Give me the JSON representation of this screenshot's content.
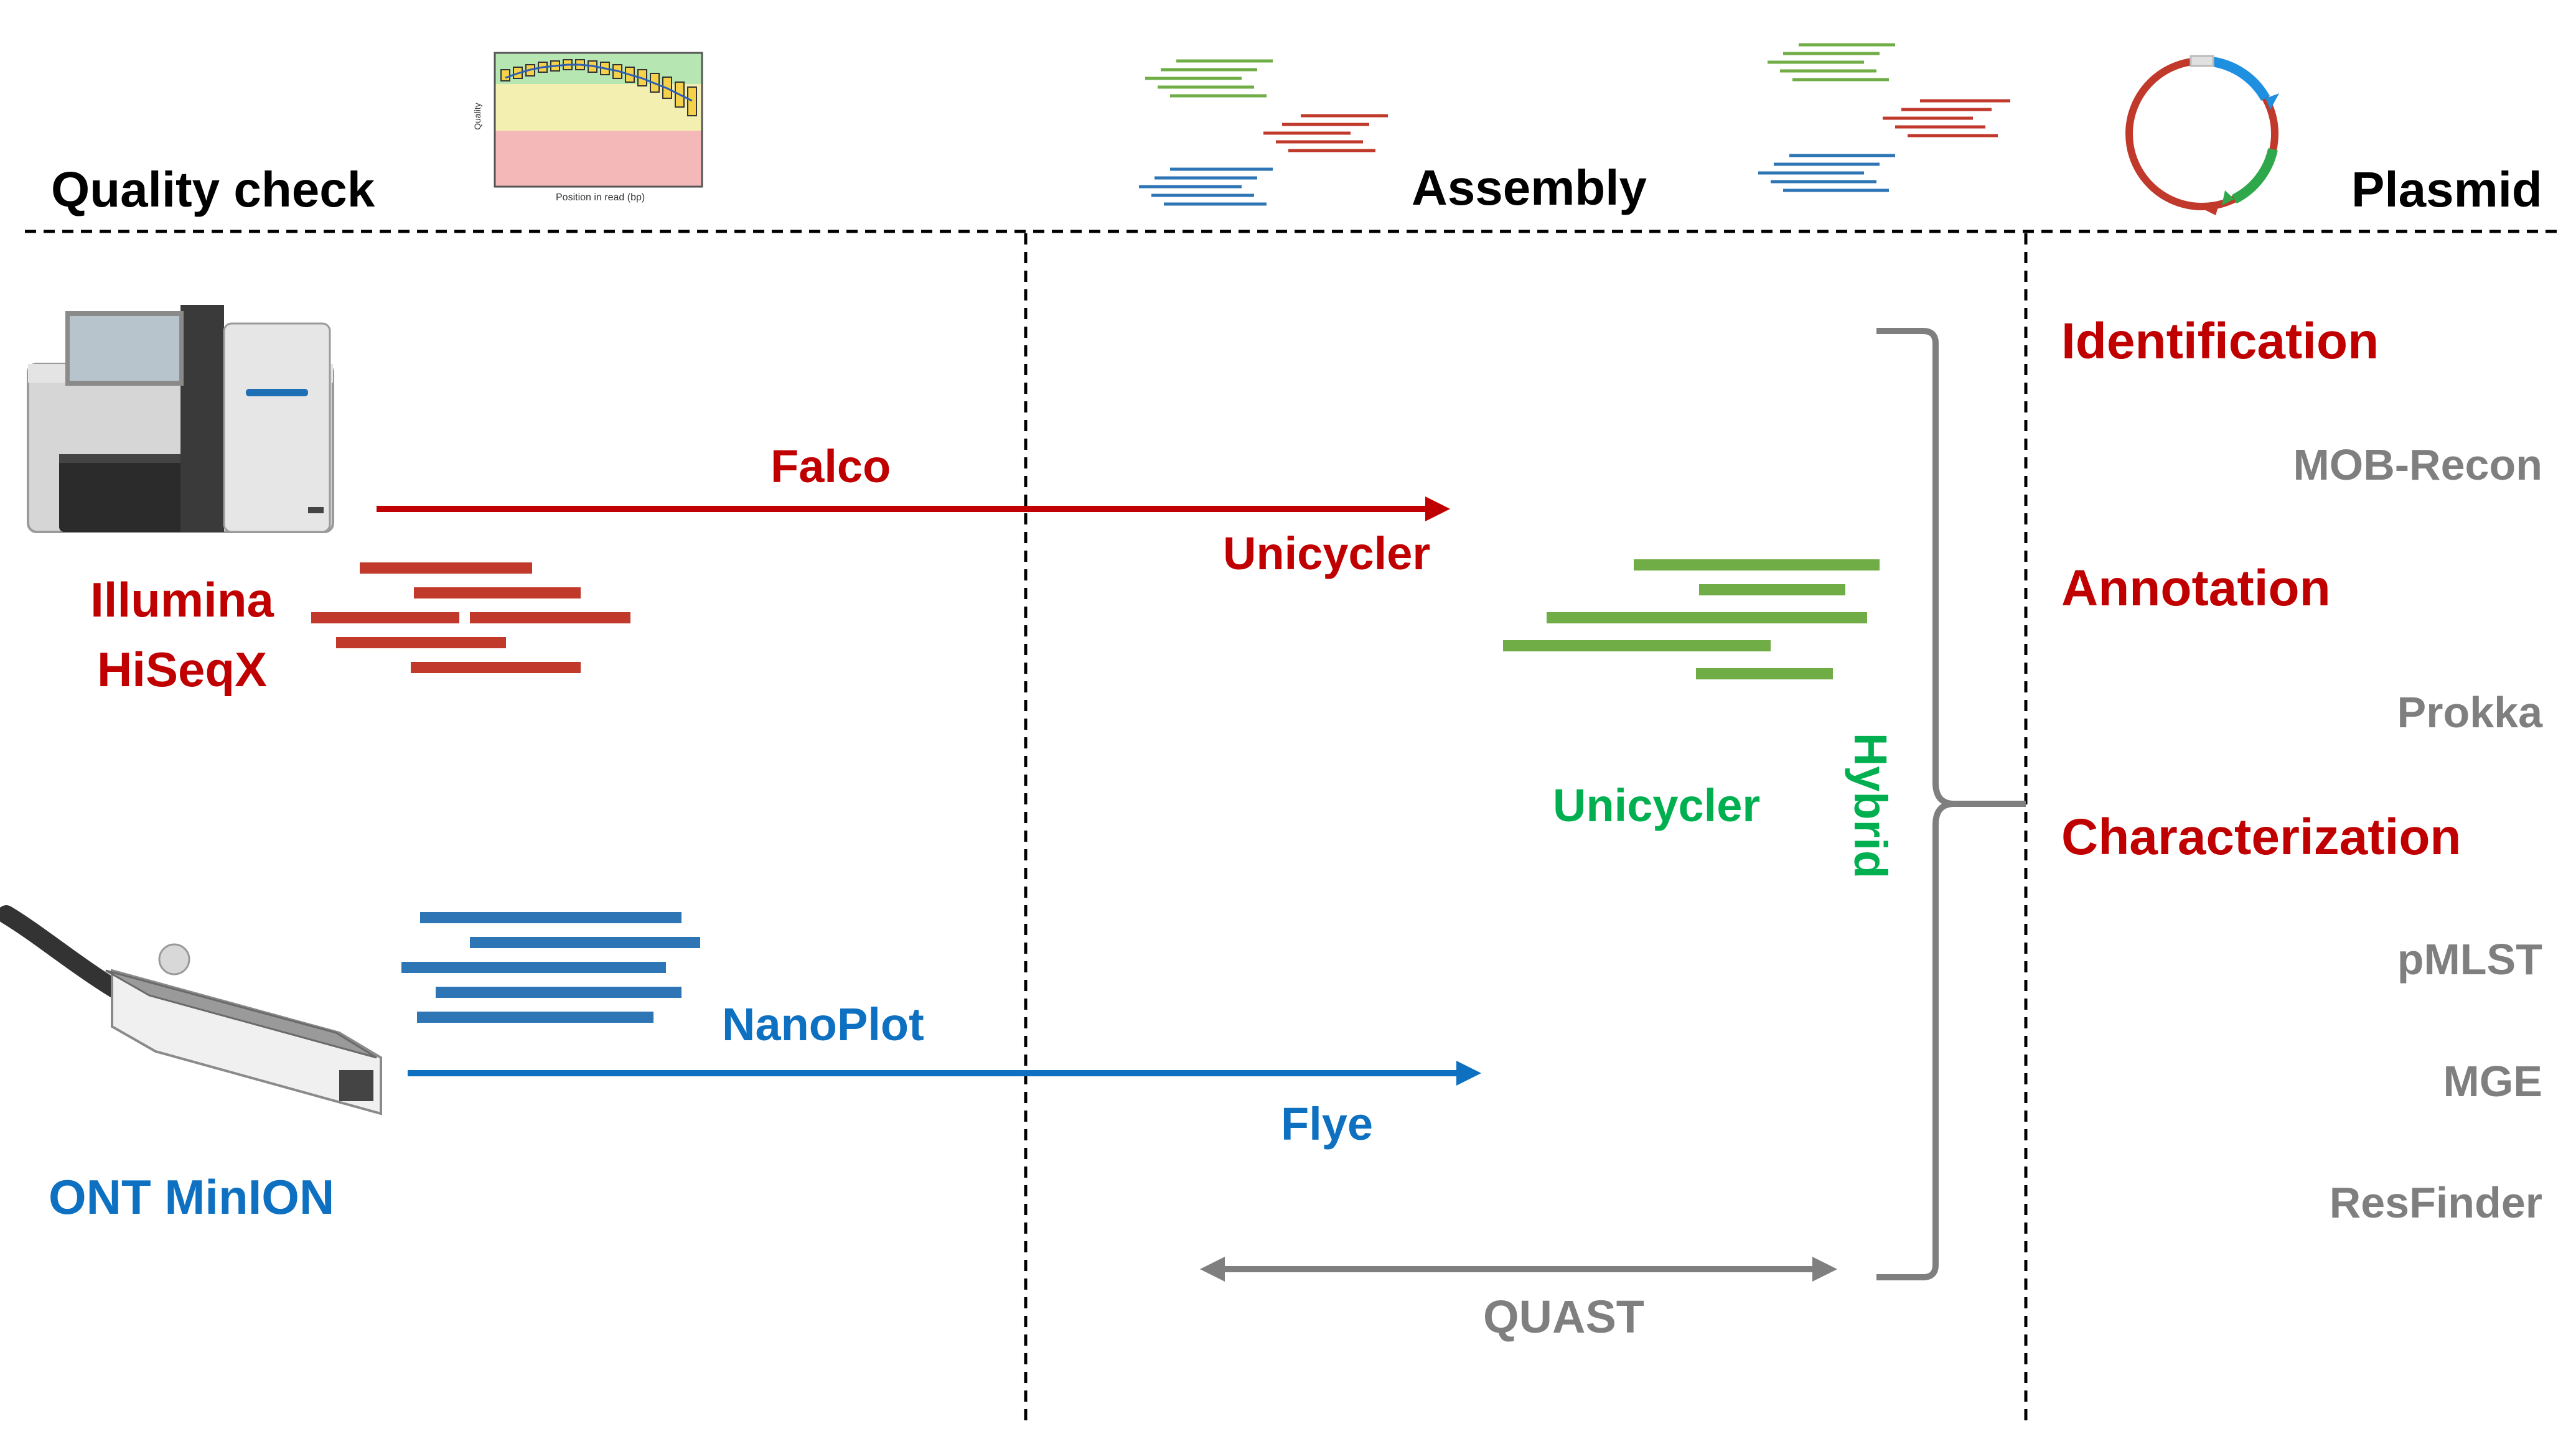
{
  "header": {
    "quality_check": "Quality check",
    "assembly": "Assembly",
    "plasmid": "Plasmid"
  },
  "qc_chart": {
    "xlabel": "Position in read (bp)",
    "ylabel": "Quality"
  },
  "sequencers": {
    "illumina_line1": "Illumina",
    "illumina_line2": "HiSeqX",
    "ont": "ONT MinION"
  },
  "tools": {
    "falco": "Falco",
    "unicycler_short": "Unicycler",
    "unicycler_hybrid": "Unicycler",
    "hybrid": "Hybrid",
    "nanoplot": "NanoPlot",
    "flye": "Flye",
    "quast": "QUAST"
  },
  "plasmid_steps": {
    "identification": "Identification",
    "mob_recon": "MOB-Recon",
    "annotation": "Annotation",
    "prokka": "Prokka",
    "characterization": "Characterization",
    "pmlst": "pMLST",
    "mge": "MGE",
    "resfinder": "ResFinder"
  },
  "colors": {
    "red": "#c00000",
    "red_reads": "#c0392b",
    "blue": "#0e70c0",
    "blue_reads": "#2e75b6",
    "green": "#00b050",
    "green_reads": "#70ad47",
    "gray": "#7f7f7f",
    "black": "#000000"
  }
}
